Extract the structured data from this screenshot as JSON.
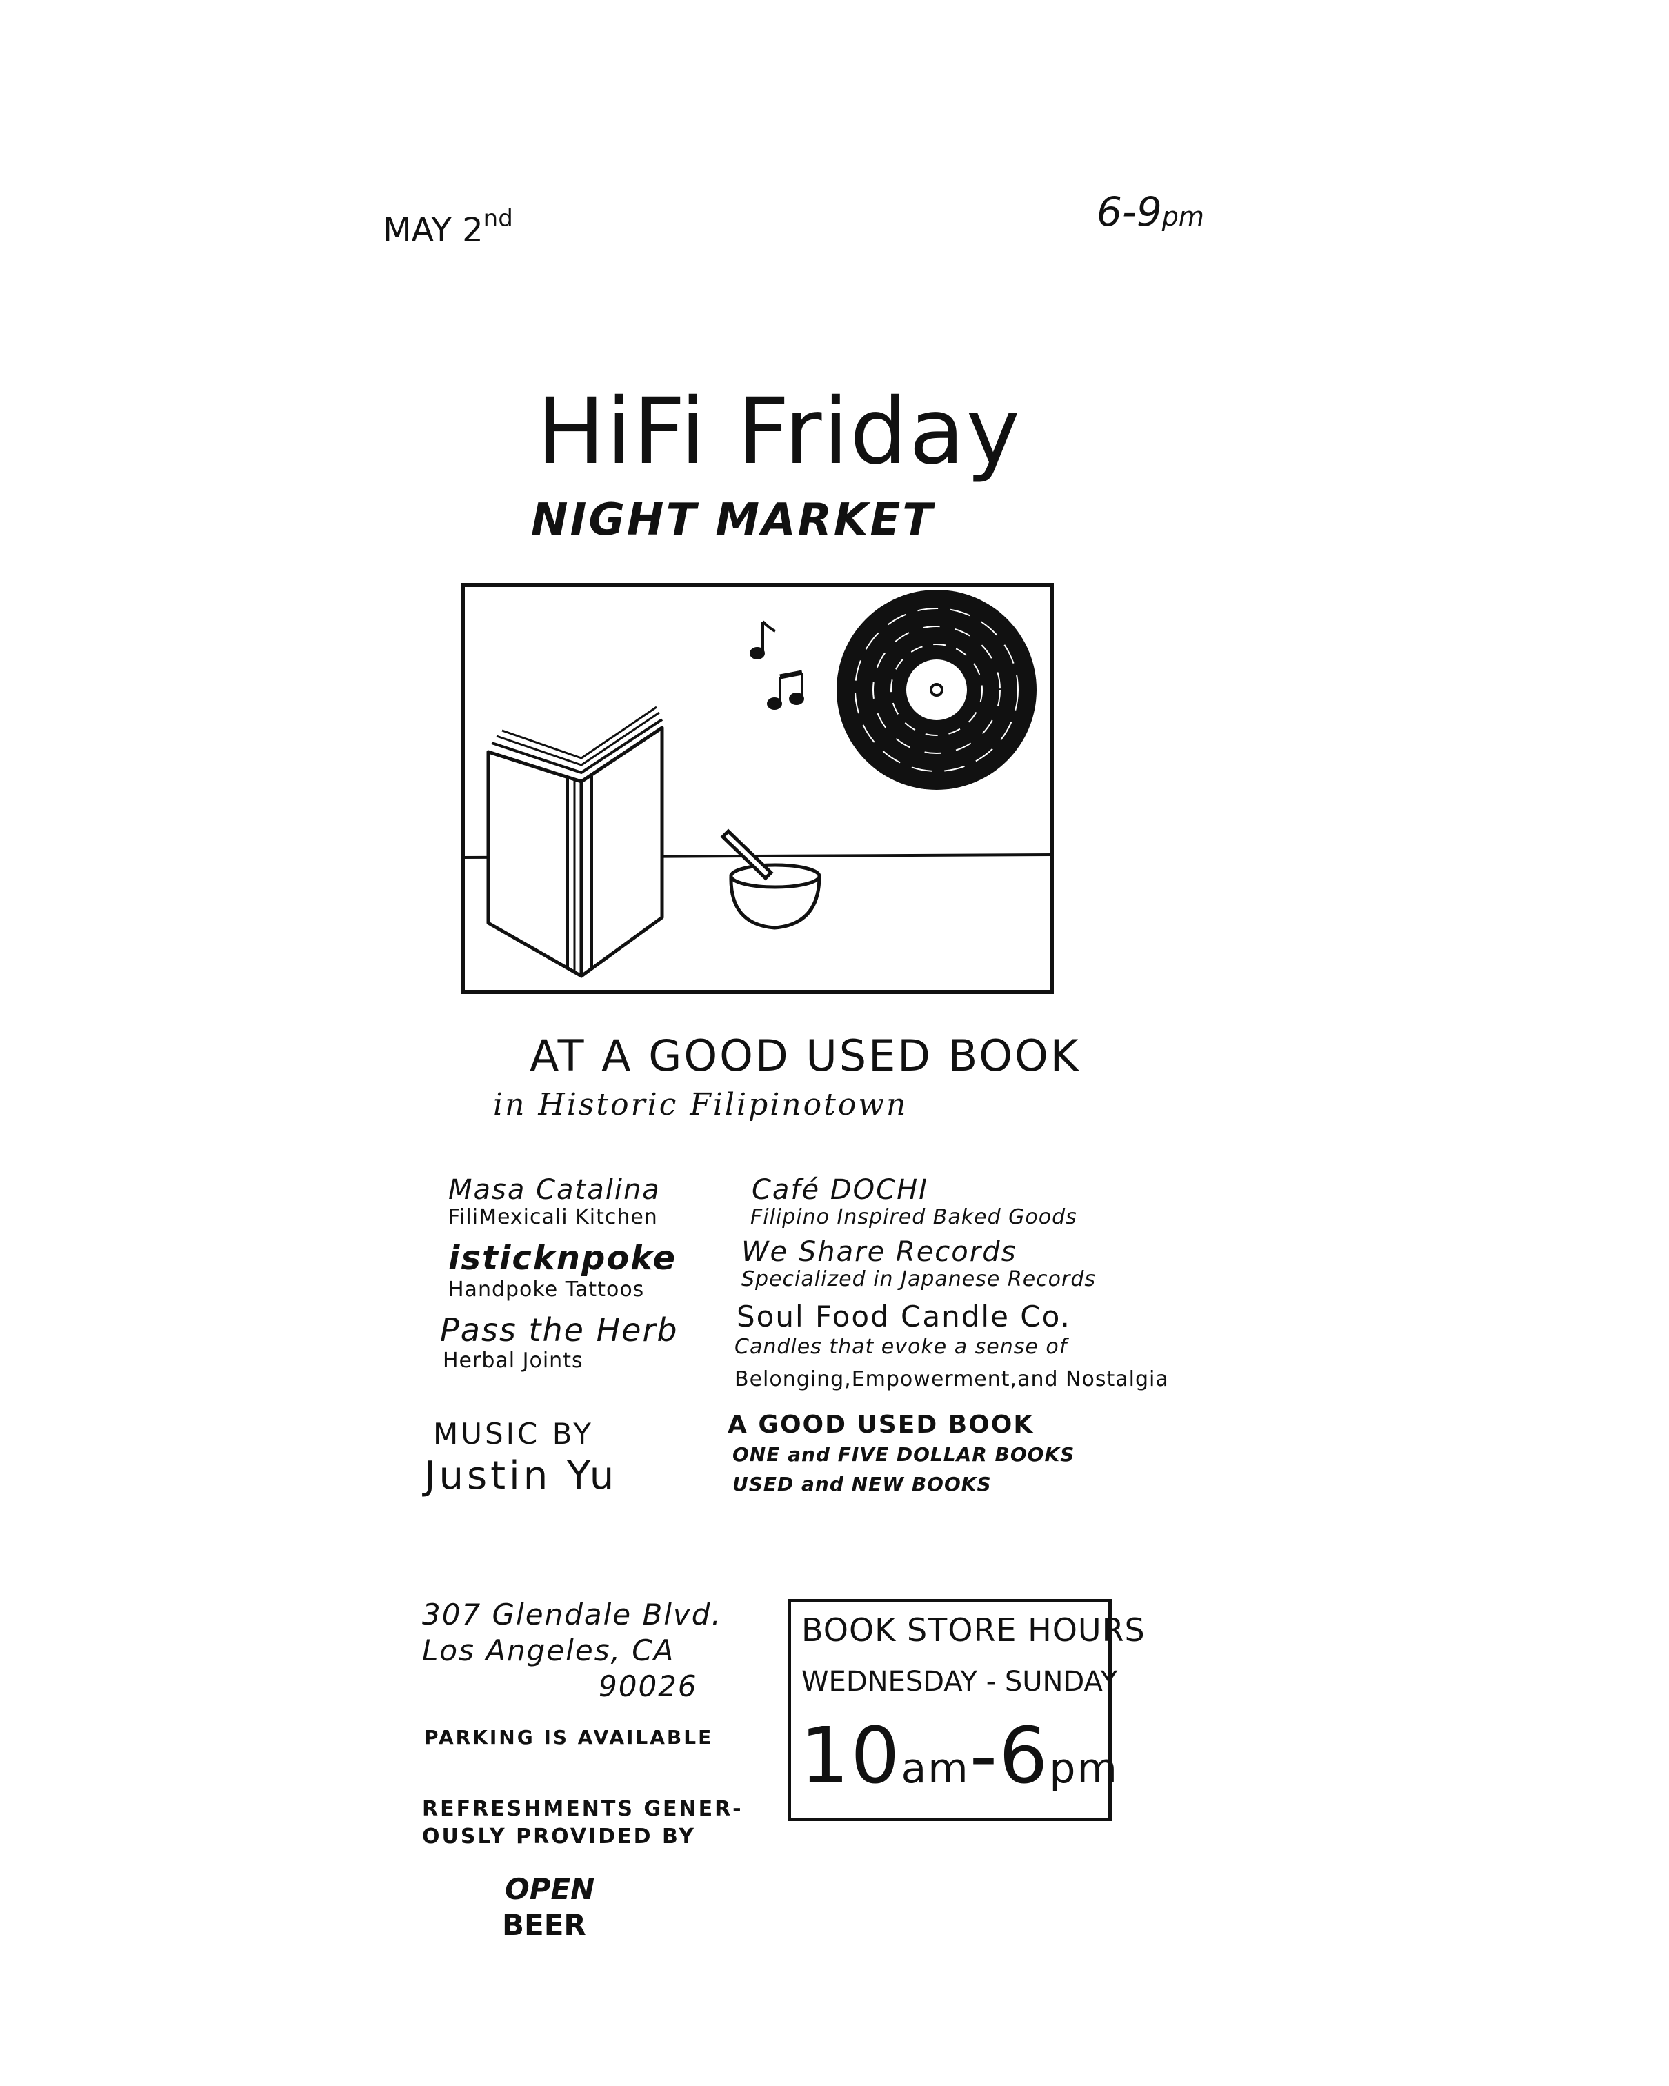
{
  "event": {
    "date_main": "MAY 2",
    "date_suffix": "nd",
    "time_main": "6-9",
    "time_suffix": "pm",
    "title": "HiFi Friday",
    "subtitle": "NIGHT MARKET"
  },
  "illustration": {
    "icons": [
      "open-book-icon",
      "vinyl-record-icon",
      "music-note-icon",
      "ashtray-icon"
    ]
  },
  "venue": {
    "line1": "AT A GOOD USED BOOK",
    "line2": "in Historic Filipinotown"
  },
  "vendors": [
    {
      "name": "Masa Catalina",
      "desc": [
        "FiliMexicali Kitchen"
      ]
    },
    {
      "name": "isticknpoke",
      "desc": [
        "Handpoke Tattoos"
      ]
    },
    {
      "name": "Pass the Herb",
      "desc": [
        "Herbal Joints"
      ]
    },
    {
      "name": "Café DOCHI",
      "desc": [
        "Filipino Inspired Baked Goods"
      ]
    },
    {
      "name": "We Share Records",
      "desc": [
        "Specialized in Japanese Records"
      ]
    },
    {
      "name": "Soul Food Candle Co.",
      "desc": [
        "Candles that evoke a sense of",
        "Belonging,Empowerment,and Nostalgia"
      ]
    },
    {
      "name": "A GOOD USED BOOK",
      "desc": [
        "ONE and FIVE DOLLAR BOOKS",
        "USED and NEW BOOKS"
      ]
    }
  ],
  "music": {
    "label": "MUSIC BY",
    "artist": "Justin Yu"
  },
  "address": {
    "line1": "307 Glendale Blvd.",
    "line2": "Los Angeles, CA",
    "line3": "90026"
  },
  "parking": "PARKING IS AVAILABLE",
  "refreshments": {
    "line1": "REFRESHMENTS GENER-",
    "line2": "OUSLY PROVIDED BY",
    "sponsor_line1": "OPEN",
    "sponsor_line2": "BEER"
  },
  "hours": {
    "title": "BOOK STORE HOURS",
    "days": "WEDNESDAY - SUNDAY",
    "open": "10",
    "open_suffix": "am",
    "separator": "-",
    "close": "6",
    "close_suffix": "pm"
  }
}
